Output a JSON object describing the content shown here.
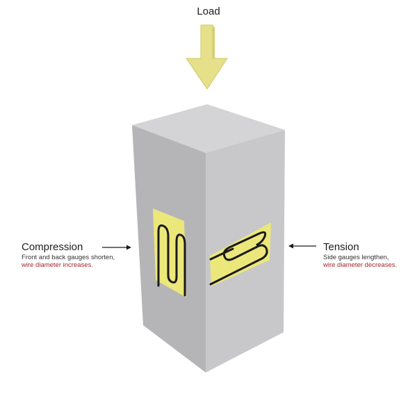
{
  "load": {
    "label": "Load"
  },
  "compression": {
    "title": "Compression",
    "line1": "Front and back gauges shorten,",
    "line2": "wire diameter increases."
  },
  "tension": {
    "title": "Tension",
    "line1": "Side gauges lengthen,",
    "line2": "wire diameter decreases."
  },
  "colors": {
    "arrow": "#e6e08a",
    "block_left": "#b3b3b6",
    "block_right": "#c8c8cb",
    "block_top": "#d4d4d6",
    "gauge": "#ece77a",
    "wire": "#1a1a1a",
    "accent_red": "#a3252d"
  }
}
